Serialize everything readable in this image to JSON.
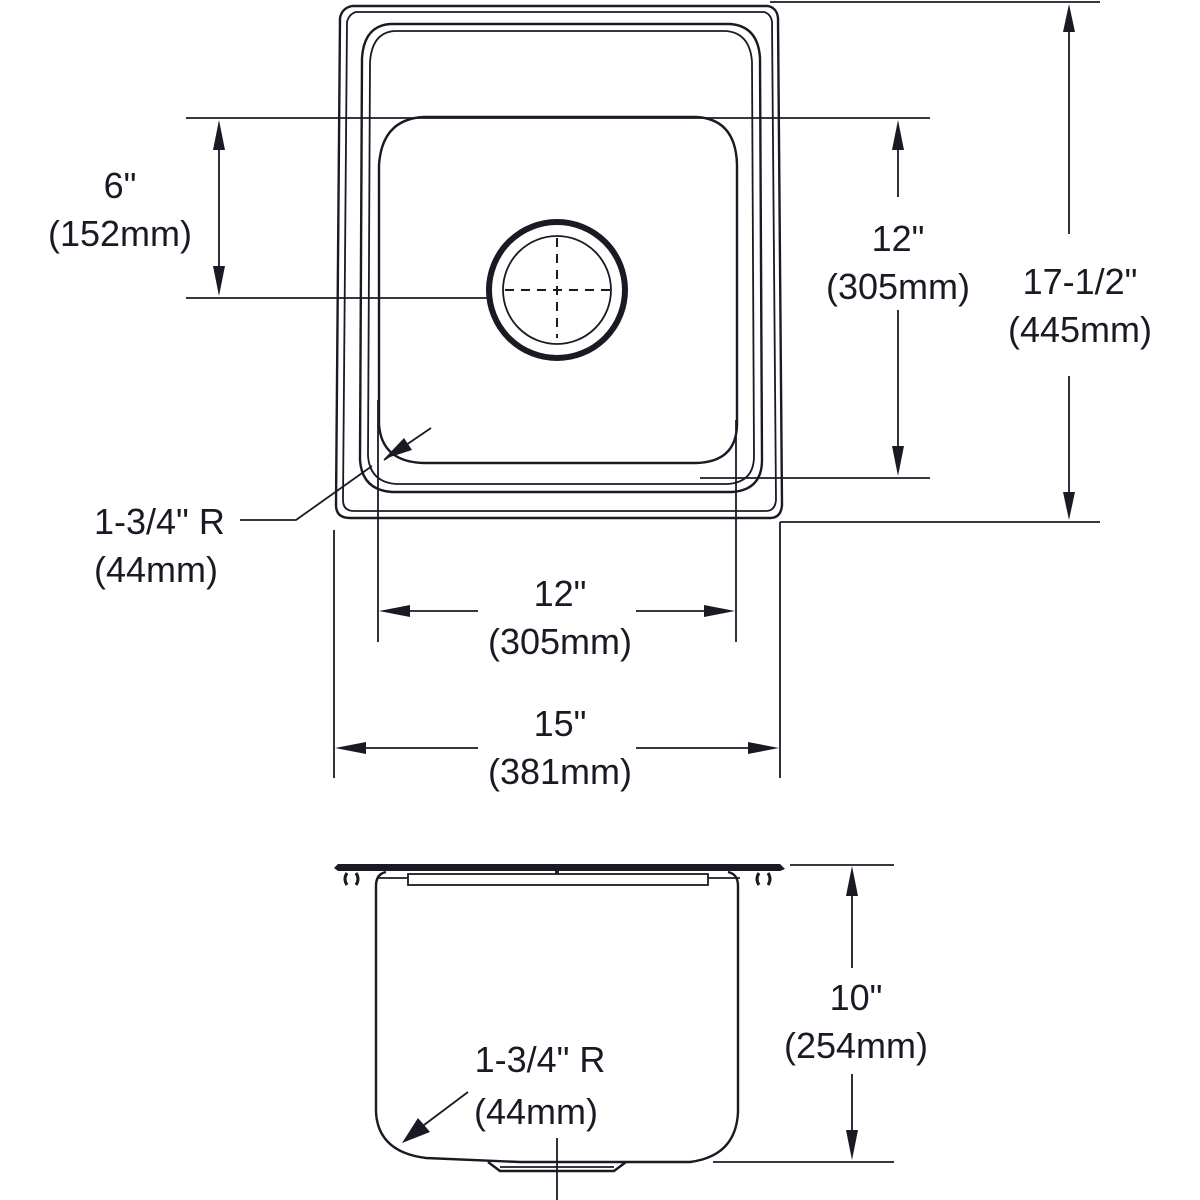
{
  "drawing": {
    "line_color": "#1b1a24",
    "background": "#ffffff",
    "top_view": {
      "drain_offset": {
        "inch": "6\"",
        "mm": "(152mm)"
      },
      "bowl_length": {
        "inch": "12\"",
        "mm": "(305mm)"
      },
      "overall_length": {
        "inch": "17-1/2\"",
        "mm": "(445mm)"
      },
      "corner_radius": {
        "inch": "1-3/4\" R",
        "mm": "(44mm)"
      },
      "bowl_width": {
        "inch": "12\"",
        "mm": "(305mm)"
      },
      "overall_width": {
        "inch": "15\"",
        "mm": "(381mm)"
      }
    },
    "side_view": {
      "corner_radius": {
        "inch": "1-3/4\" R",
        "mm": "(44mm)"
      },
      "depth": {
        "inch": "10\"",
        "mm": "(254mm)"
      }
    }
  }
}
